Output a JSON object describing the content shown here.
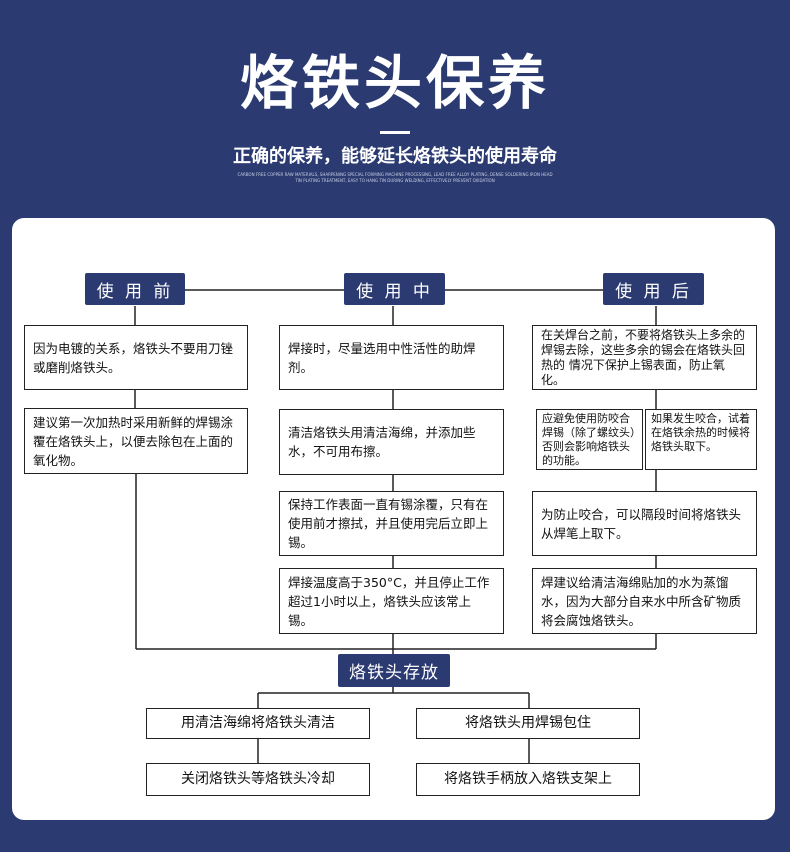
{
  "header": {
    "title": "烙铁头保养",
    "subtitle": "正确的保养，能够延长烙铁头的使用寿命",
    "fine_print_1": "CARBON FREE COPPER RAW MATERIALS, SHARPENING SPECIAL FORMING MACHINE PROCESSING, LEAD FREE ALLOY PLATING, DENSE SOLDERING IRON HEAD",
    "fine_print_2": "TIN PLATING TREATMENT, EASY TO HANG TIN DURING WELDING, EFFECTIVELY PREVENT OXIDATION"
  },
  "columns": {
    "before": {
      "label": "使 用 前",
      "items": [
        "因为电镀的关系，烙铁头不要用刀锉或磨削烙铁头。",
        "建议第一次加热时采用新鲜的焊锡涂覆在烙铁头上，以便去除包在上面的氧化物。"
      ]
    },
    "during": {
      "label": "使 用 中",
      "items": [
        "焊接时，尽量选用中性活性的助焊剂。",
        "清洁烙铁头用清洁海绵，并添加些水，不可用布擦。",
        "保持工作表面一直有锡涂覆，只有在使用前才擦拭，并且使用完后立即上锡。",
        "焊接温度高于350°C，并且停止工作超过1小时以上，烙铁头应该常上锡。"
      ]
    },
    "after": {
      "label": "使 用 后",
      "items": [
        "在关焊台之前，不要将烙铁头上多余的焊锡去除，这些多余的锡会在烙铁头回热的 情况下保护上锡表面，防止氧化。",
        "为防止咬合，可以隔段时间将烙铁头从焊笔上取下。",
        "焊建议给清洁海绵贴加的水为蒸馏水，因为大部分自来水中所含矿物质将会腐蚀烙铁头。"
      ],
      "split": [
        "应避免使用防咬合焊锡（除了螺纹头）否则会影响烙铁头的功能。",
        "如果发生咬合，试着在烙铁余热的时候将烙铁头取下。"
      ]
    }
  },
  "storage": {
    "label": "烙铁头存放",
    "items": [
      "用清洁海绵将烙铁头清洁",
      "将烙铁头用焊锡包住",
      "关闭烙铁头等烙铁头冷却",
      "将烙铁手柄放入烙铁支架上"
    ]
  },
  "colors": {
    "primary": "#2b3b72",
    "panel": "#ffffff",
    "line": "#222222"
  }
}
